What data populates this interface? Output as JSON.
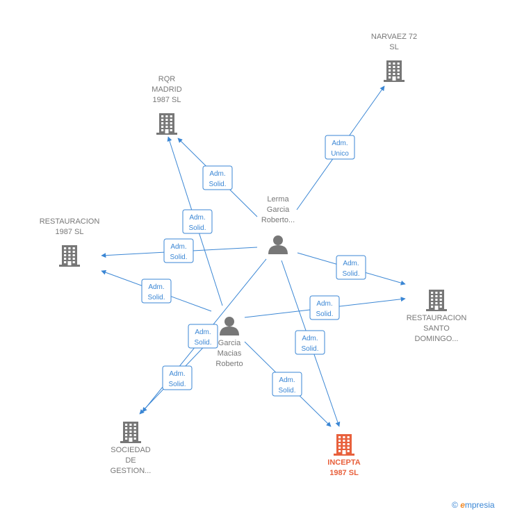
{
  "colors": {
    "company": "#777777",
    "focus_company": "#e8603c",
    "person": "#777777",
    "edge": "#3a86d4",
    "label_text": "#777777"
  },
  "nodes": [
    {
      "id": "narvaez",
      "kind": "company",
      "icon": "building-icon",
      "lines": [
        "NARVAEZ 72",
        "SL"
      ]
    },
    {
      "id": "rqr",
      "kind": "company",
      "icon": "building-icon",
      "lines": [
        "RQR",
        "MADRID",
        "1987  SL"
      ]
    },
    {
      "id": "restauracion1987",
      "kind": "company",
      "icon": "building-icon",
      "lines": [
        "RESTAURACION",
        "1987  SL"
      ]
    },
    {
      "id": "lerma",
      "kind": "person",
      "icon": "person-icon",
      "lines": [
        "Lerma",
        "Garcia",
        "Roberto..."
      ]
    },
    {
      "id": "garcia",
      "kind": "person",
      "icon": "person-icon",
      "lines": [
        "Garcia",
        "Macias",
        "Roberto"
      ]
    },
    {
      "id": "santo",
      "kind": "company",
      "icon": "building-icon",
      "lines": [
        "RESTAURACION",
        "SANTO",
        "DOMINGO..."
      ]
    },
    {
      "id": "sociedad",
      "kind": "company",
      "icon": "building-icon",
      "lines": [
        "SOCIEDAD",
        "DE",
        "GESTION..."
      ]
    },
    {
      "id": "incepta",
      "kind": "focus",
      "icon": "building-icon",
      "lines": [
        "INCEPTA",
        "1987  SL"
      ]
    }
  ],
  "edges": [
    {
      "from": "lerma",
      "to": "narvaez",
      "label": [
        "Adm.",
        "Unico"
      ]
    },
    {
      "from": "lerma",
      "to": "rqr",
      "label": [
        "Adm.",
        "Solid."
      ]
    },
    {
      "from": "garcia",
      "to": "rqr",
      "label": [
        "Adm.",
        "Solid."
      ]
    },
    {
      "from": "lerma",
      "to": "restauracion1987",
      "label": [
        "Adm.",
        "Solid."
      ]
    },
    {
      "from": "garcia",
      "to": "restauracion1987",
      "label": [
        "Adm.",
        "Solid."
      ]
    },
    {
      "from": "lerma",
      "to": "santo",
      "label": [
        "Adm.",
        "Solid."
      ]
    },
    {
      "from": "garcia",
      "to": "santo",
      "label": [
        "Adm.",
        "Solid."
      ]
    },
    {
      "from": "lerma",
      "to": "sociedad",
      "label": [
        "Adm.",
        "Solid."
      ]
    },
    {
      "from": "garcia",
      "to": "sociedad",
      "label": [
        "Adm.",
        "Solid."
      ]
    },
    {
      "from": "lerma",
      "to": "incepta",
      "label": [
        "Adm.",
        "Solid."
      ]
    },
    {
      "from": "garcia",
      "to": "incepta",
      "label": [
        "Adm.",
        "Solid."
      ]
    }
  ],
  "credit": {
    "symbol": "©",
    "brand_initial": "e",
    "brand_rest": "mpresia"
  }
}
